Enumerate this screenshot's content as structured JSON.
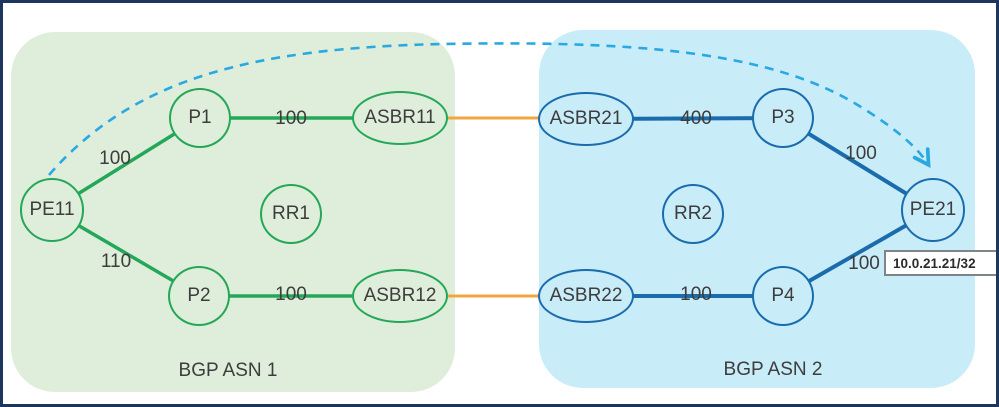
{
  "diagram": {
    "regions": [
      {
        "id": "asn1",
        "label": "BGP ASN 1"
      },
      {
        "id": "asn2",
        "label": "BGP ASN 2"
      }
    ],
    "nodes": [
      {
        "id": "pe11",
        "label": "PE11",
        "region": "asn1"
      },
      {
        "id": "p1",
        "label": "P1",
        "region": "asn1"
      },
      {
        "id": "asbr11",
        "label": "ASBR11",
        "region": "asn1"
      },
      {
        "id": "rr1",
        "label": "RR1",
        "region": "asn1"
      },
      {
        "id": "p2",
        "label": "P2",
        "region": "asn1"
      },
      {
        "id": "asbr12",
        "label": "ASBR12",
        "region": "asn1"
      },
      {
        "id": "asbr21",
        "label": "ASBR21",
        "region": "asn2"
      },
      {
        "id": "p3",
        "label": "P3",
        "region": "asn2"
      },
      {
        "id": "rr2",
        "label": "RR2",
        "region": "asn2"
      },
      {
        "id": "asbr22",
        "label": "ASBR22",
        "region": "asn2"
      },
      {
        "id": "p4",
        "label": "P4",
        "region": "asn2"
      },
      {
        "id": "pe21",
        "label": "PE21",
        "region": "asn2"
      }
    ],
    "links": [
      {
        "from": "PE11",
        "to": "P1",
        "cost": "100",
        "type": "igp-asn1"
      },
      {
        "from": "P1",
        "to": "ASBR11",
        "cost": "100",
        "type": "igp-asn1"
      },
      {
        "from": "PE11",
        "to": "P2",
        "cost": "110",
        "type": "igp-asn1"
      },
      {
        "from": "P2",
        "to": "ASBR12",
        "cost": "100",
        "type": "igp-asn1"
      },
      {
        "from": "ASBR11",
        "to": "ASBR21",
        "type": "inter-as"
      },
      {
        "from": "ASBR12",
        "to": "ASBR22",
        "type": "inter-as"
      },
      {
        "from": "ASBR21",
        "to": "P3",
        "cost": "400",
        "type": "igp-asn2"
      },
      {
        "from": "P3",
        "to": "PE21",
        "cost": "100",
        "type": "igp-asn2"
      },
      {
        "from": "ASBR22",
        "to": "P4",
        "cost": "100",
        "type": "igp-asn2"
      },
      {
        "from": "P4",
        "to": "PE21",
        "cost": "100",
        "type": "igp-asn2"
      }
    ],
    "path_arrow": {
      "from": "PE11",
      "to": "PE21",
      "style": "dashed-curve"
    },
    "annotation": {
      "label": "10.0.21.21/32"
    },
    "colors": {
      "asn1_stroke": "#24a758",
      "asn1_fill": "#dfeeda",
      "asn2_stroke": "#1a6cac",
      "asn2_fill": "#c9ecf9",
      "inter_as_link": "#f0a640",
      "path_arrow": "#2aa9e1",
      "frame_border": "#1e355e",
      "label_text": "#3d3d3d"
    }
  }
}
